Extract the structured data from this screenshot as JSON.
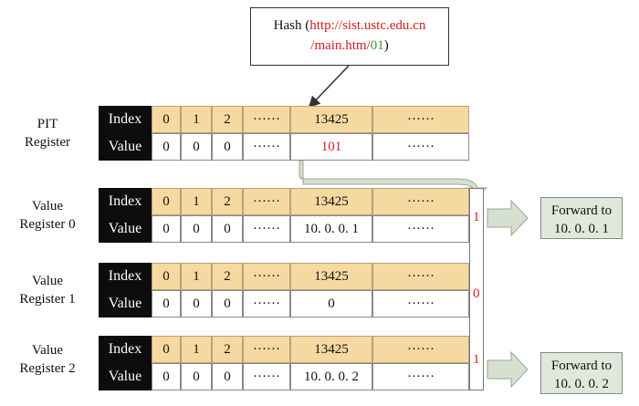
{
  "hash_box": {
    "prefix": "Hash (",
    "url_line1": "http://sist.ustc.edu.cn",
    "url_line2": "/main.htm/",
    "suffix_number": "01",
    "suffix": ")"
  },
  "header_labels": {
    "index": "Index",
    "value": "Value"
  },
  "pit": {
    "label_line1": "PIT",
    "label_line2": "Register",
    "index_cells": [
      "0",
      "1",
      "2",
      "······",
      "13425",
      "······"
    ],
    "value_cells": [
      "0",
      "0",
      "0",
      "······",
      "101",
      "······"
    ]
  },
  "value_registers": [
    {
      "label_line1": "Value",
      "label_line2": "Register 0",
      "index_cells": [
        "0",
        "1",
        "2",
        "······",
        "13425",
        "······"
      ],
      "value_cells": [
        "0",
        "0",
        "0",
        "······",
        "10. 0. 0. 1",
        "······"
      ]
    },
    {
      "label_line1": "Value",
      "label_line2": "Register 1",
      "index_cells": [
        "0",
        "1",
        "2",
        "······",
        "13425",
        "······"
      ],
      "value_cells": [
        "0",
        "0",
        "0",
        "······",
        "0",
        "······"
      ]
    },
    {
      "label_line1": "Value",
      "label_line2": "Register 2",
      "index_cells": [
        "0",
        "1",
        "2",
        "······",
        "13425",
        "······"
      ],
      "value_cells": [
        "0",
        "0",
        "0",
        "······",
        "10. 0. 0. 2",
        "······"
      ]
    }
  ],
  "selector_bits": [
    "1",
    "0",
    "1"
  ],
  "forward_outputs": [
    {
      "line1": "Forward to",
      "line2": "10. 0. 0. 1"
    },
    {
      "line1": "Forward to",
      "line2": "10. 0. 0. 2"
    }
  ],
  "colors": {
    "index_fill": "#f5d9a0",
    "header_fill": "#0d0d0d",
    "highlight_red": "#d11f1f",
    "highlight_green": "#3a9a3a",
    "arrow_fill": "#d6e0d0",
    "forward_fill": "#dfe8da"
  }
}
